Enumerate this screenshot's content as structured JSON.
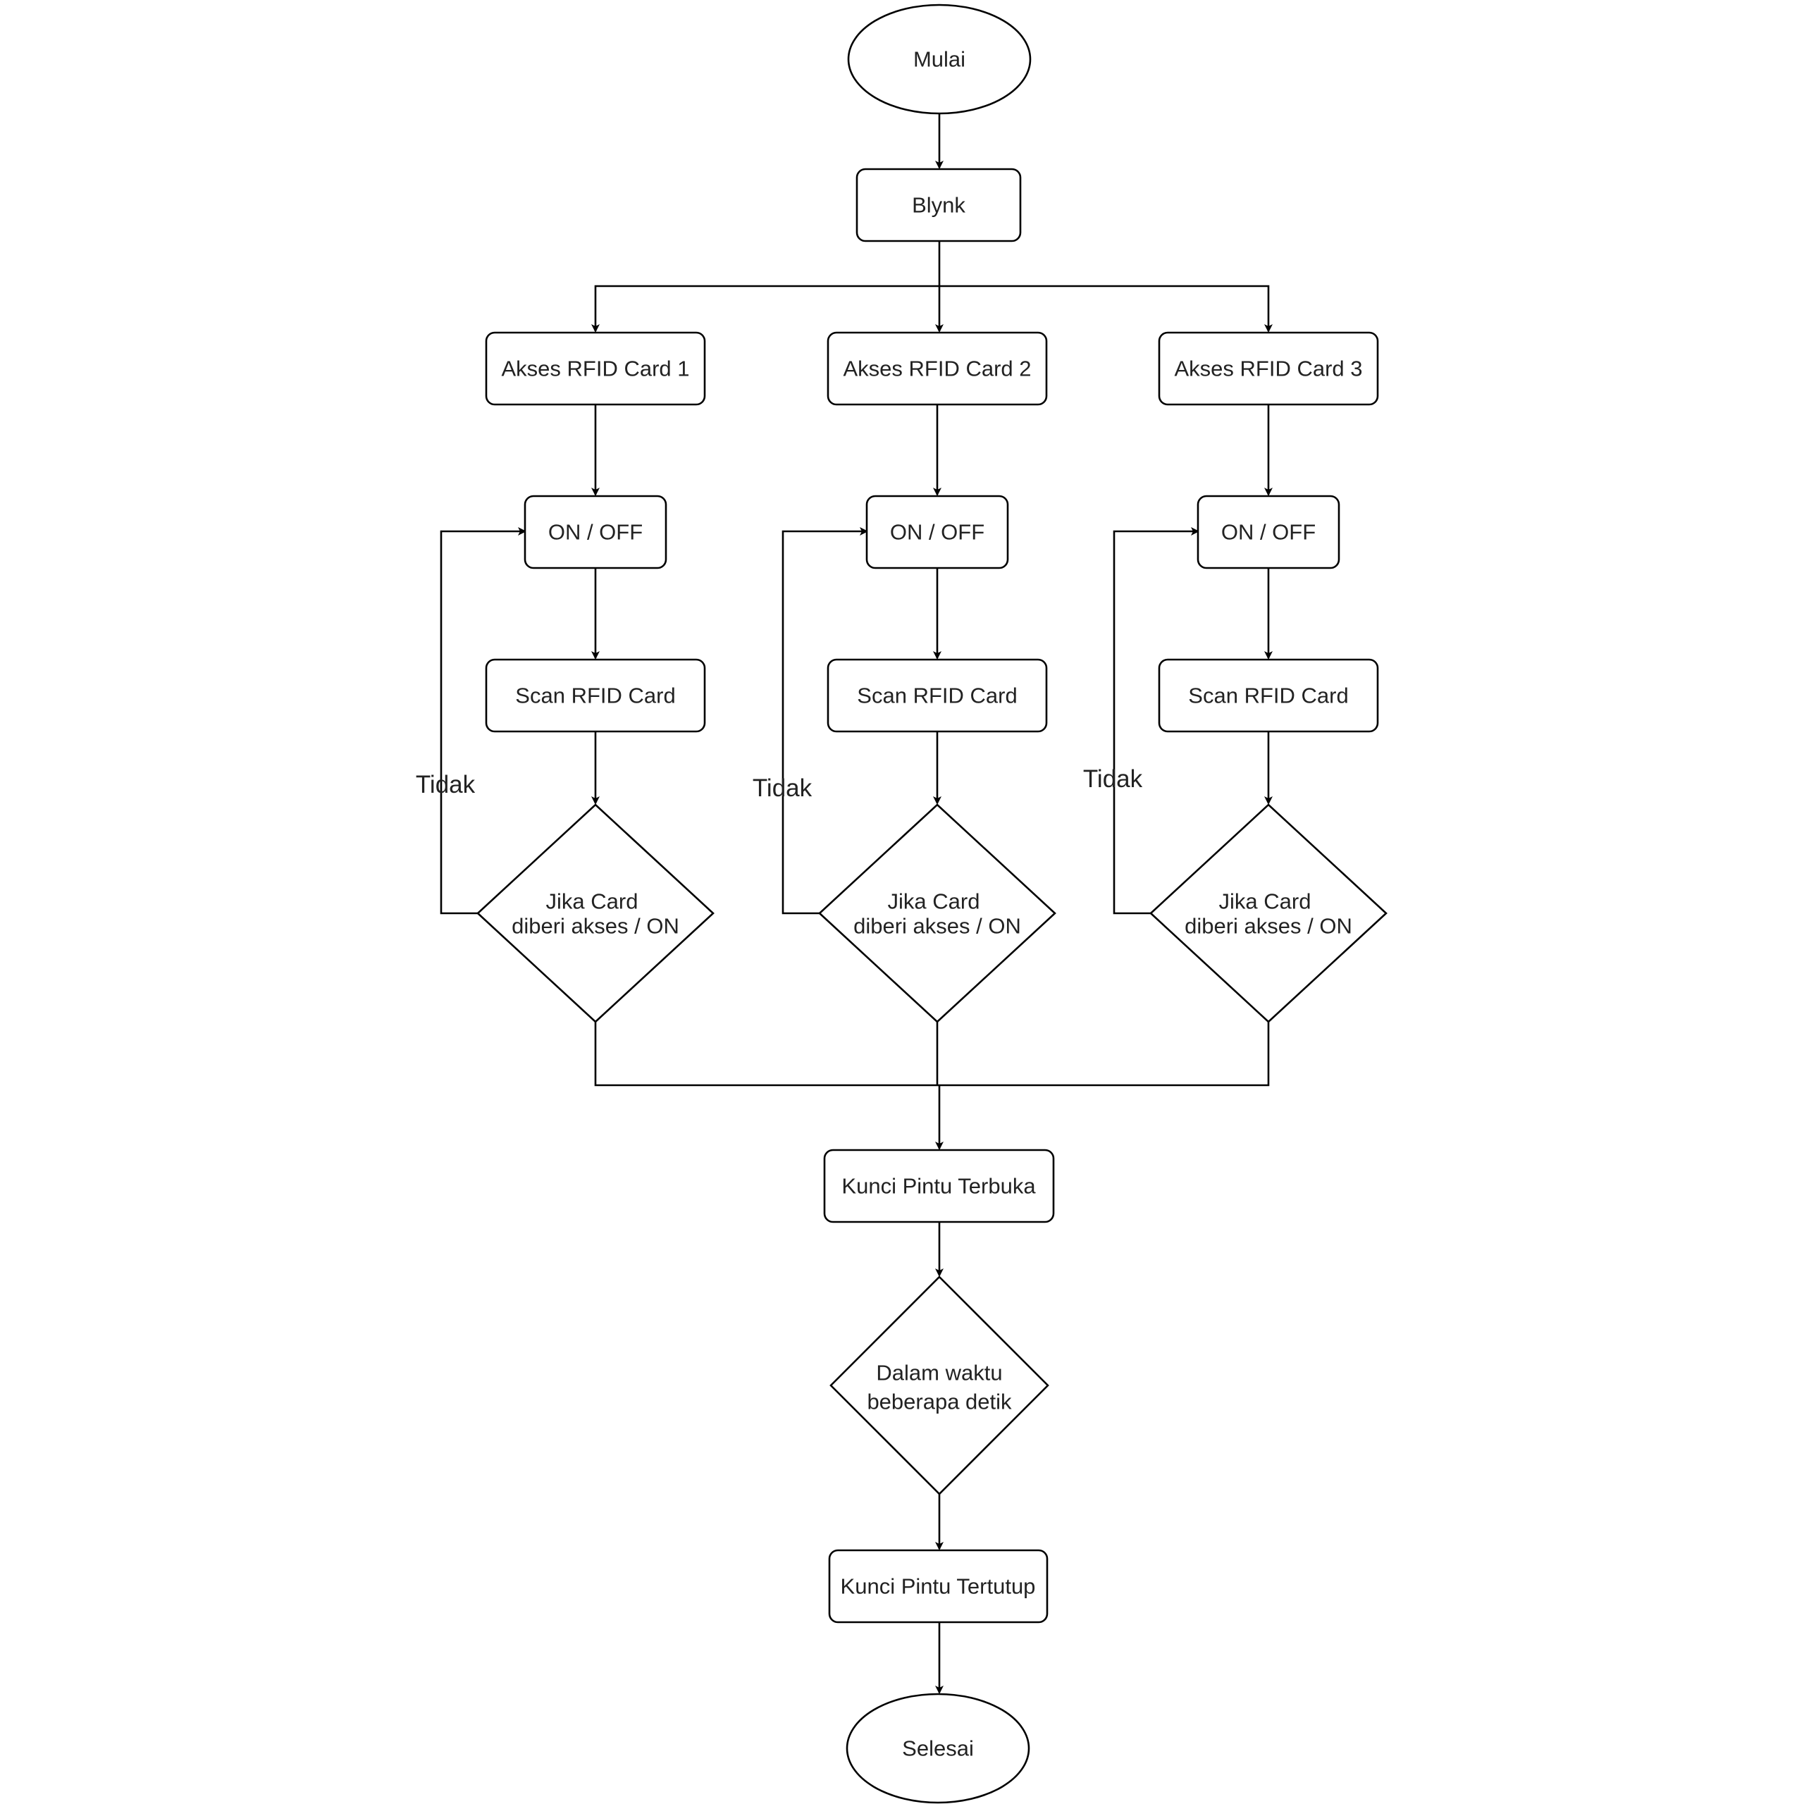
{
  "nodes": {
    "start": "Mulai",
    "blynk": "Blynk",
    "access_1": "Akses RFID Card 1",
    "access_2": "Akses RFID Card 2",
    "access_3": "Akses RFID Card 3",
    "toggle_1": "ON / OFF",
    "toggle_2": "ON / OFF",
    "toggle_3": "ON / OFF",
    "scan_1": "Scan RFID Card",
    "scan_2": "Scan RFID Card",
    "scan_3": "Scan RFID Card",
    "decision_1": [
      "Jika Card",
      "diberi akses / ON"
    ],
    "decision_2": [
      "Jika Card",
      "diberi akses / ON"
    ],
    "decision_3": [
      "Jika Card",
      "diberi akses / ON"
    ],
    "unlock": "Kunci Pintu Terbuka",
    "wait": [
      "Dalam waktu",
      "beberapa detik"
    ],
    "lock": "Kunci Pintu Tertutup",
    "end": "Selesai"
  },
  "edge_labels": {
    "no_1": "Tidak",
    "no_2": "Tidak",
    "no_3": "Tidak"
  }
}
